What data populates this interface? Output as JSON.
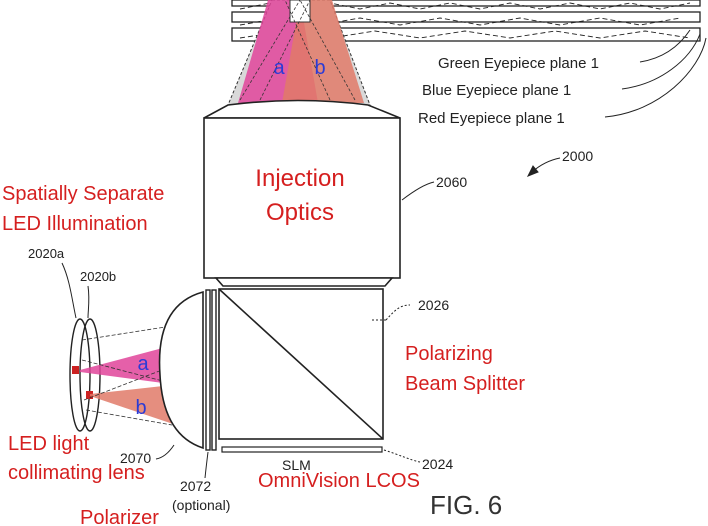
{
  "labels": {
    "green_plane": "Green Eyepiece plane 1",
    "blue_plane": "Blue Eyepiece plane 1",
    "red_plane": "Red Eyepiece plane 1",
    "fig_ref": "2000",
    "injection_line1": "Injection",
    "injection_line2": "Optics",
    "injection_ref": "2060",
    "led_illum_line1": "Spatially Separate",
    "led_illum_line2": "LED Illumination",
    "led_a_ref": "2020a",
    "led_b_ref": "2020b",
    "beam_a": "a",
    "beam_b": "b",
    "pbs_line1": "Polarizing",
    "pbs_line2": "Beam Splitter",
    "pbs_ref": "2026",
    "led_lens_line1": "LED light",
    "led_lens_line2": "collimating lens",
    "lens_ref": "2070",
    "polarizer_ref": "2072",
    "polarizer_optional": "(optional)",
    "polarizer": "Polarizer",
    "slm": "SLM",
    "lcos_ref": "2024",
    "lcos": "OmniVision LCOS",
    "figure": "FIG. 6"
  },
  "colors": {
    "annotation_red": "#d51f1f",
    "beam_blue_text": "#2b3bd6",
    "beam_magenta": "#e0449a",
    "beam_salmon": "#e07a68",
    "line": "#222222"
  }
}
